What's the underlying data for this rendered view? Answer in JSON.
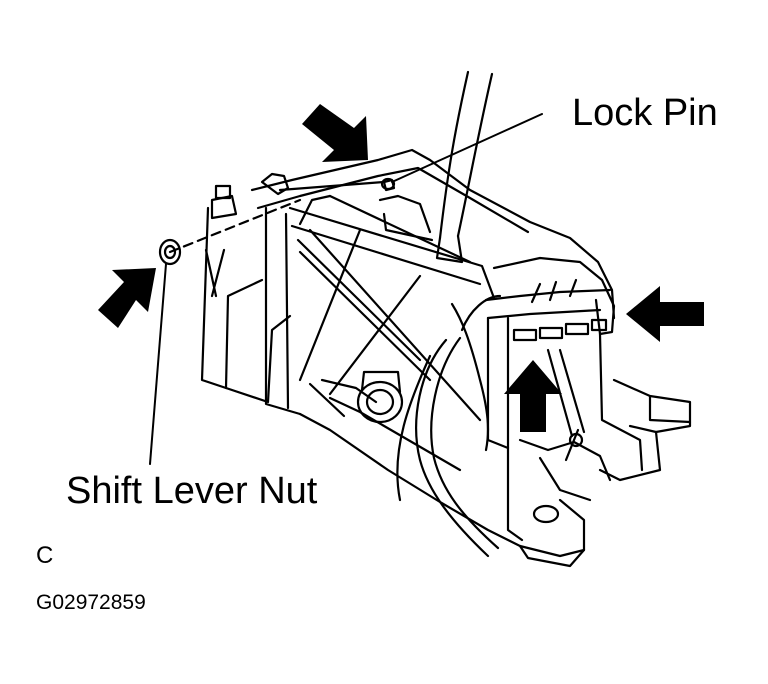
{
  "labels": {
    "lock_pin": "Lock Pin",
    "shift_lever_nut": "Shift Lever Nut",
    "view": "C",
    "figure_code": "G02972859"
  },
  "colors": {
    "line": "#000000",
    "background": "#ffffff",
    "arrow_fill": "#000000"
  }
}
